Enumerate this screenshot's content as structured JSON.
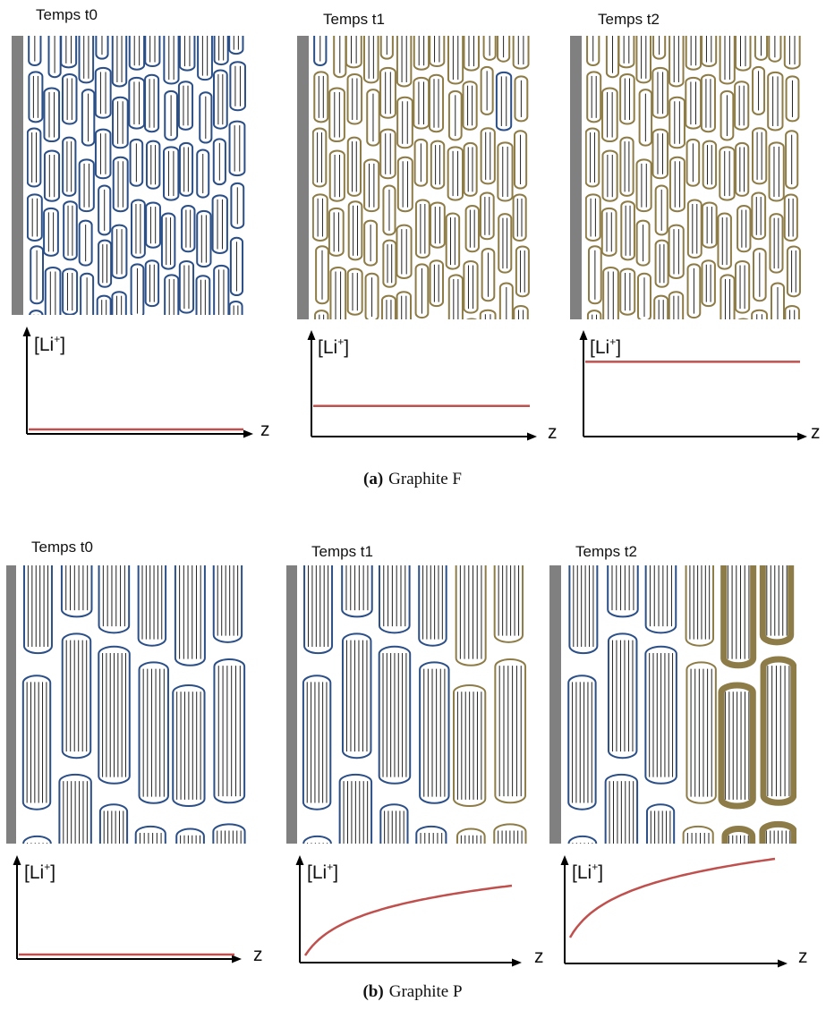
{
  "colors": {
    "pristine_particle": "#2b4f86",
    "lithiated_particle": "#8d7c47",
    "concentration_curve": "#c0504d",
    "separator": "#808080",
    "axis": "#000000"
  },
  "rows": [
    {
      "caption_tag": "(a)",
      "caption_text": "Graphite F",
      "particle_shape": "small-cylinders",
      "panels": [
        {
          "time_label": "Temps t0",
          "y_label": "[Li",
          "y_label_sup": "+",
          "y_label_close": "]",
          "x_label": "z",
          "lithiated_fraction": 0.0,
          "curve_type": "flat",
          "curve_level": 0.0
        },
        {
          "time_label": "Temps t1",
          "y_label": "[Li",
          "y_label_sup": "+",
          "y_label_close": "]",
          "x_label": "z",
          "lithiated_fraction": 0.9,
          "curve_type": "flat",
          "curve_level": 0.35
        },
        {
          "time_label": "Temps t2",
          "y_label": "[Li",
          "y_label_sup": "+",
          "y_label_close": "]",
          "x_label": "z",
          "lithiated_fraction": 1.0,
          "curve_type": "flat",
          "curve_level": 0.7
        }
      ]
    },
    {
      "caption_tag": "(b)",
      "caption_text": "Graphite P",
      "particle_shape": "tall-cylinders",
      "panels": [
        {
          "time_label": "Temps t0",
          "y_label": "[Li",
          "y_label_sup": "+",
          "y_label_close": "]",
          "x_label": "z",
          "lithiated_fraction": 0.0,
          "curve_type": "flat",
          "curve_level": 0.0
        },
        {
          "time_label": "Temps t1",
          "y_label": "[Li",
          "y_label_sup": "+",
          "y_label_close": "]",
          "x_label": "z",
          "lithiated_fraction": 0.4,
          "curve_type": "log",
          "curve_level": 0.4
        },
        {
          "time_label": "Temps t2",
          "y_label": "[Li",
          "y_label_sup": "+",
          "y_label_close": "]",
          "x_label": "z",
          "lithiated_fraction": 0.45,
          "curve_type": "log",
          "curve_level": 0.85
        }
      ]
    }
  ]
}
